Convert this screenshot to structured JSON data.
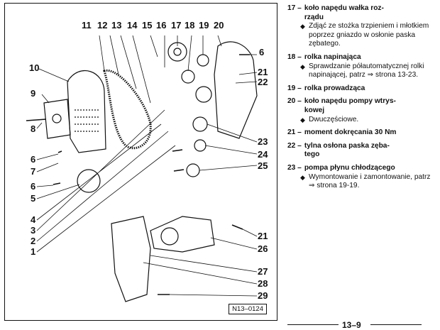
{
  "figure": {
    "id_label": "N13–0124",
    "callouts": {
      "c1": "1",
      "c2": "2",
      "c3": "3",
      "c4": "4",
      "c5": "5",
      "c6a": "6",
      "c6b": "6",
      "c6c": "6",
      "c7": "7",
      "c8": "8",
      "c9": "9",
      "c10": "10",
      "c11": "11",
      "c12": "12",
      "c13": "13",
      "c14": "14",
      "c15": "15",
      "c16": "16",
      "c17": "17",
      "c18": "18",
      "c19": "19",
      "c20": "20",
      "c21a": "21",
      "c21b": "21",
      "c22": "22",
      "c23": "23",
      "c24": "24",
      "c25": "25",
      "c26": "26",
      "c27": "27",
      "c28": "28",
      "c29": "29"
    }
  },
  "legend": [
    {
      "num": "17 –",
      "title": "koło napędu wałka roz-\nrządu",
      "notes": [
        "Zdjąć ze stożka trzpieniem i młotkiem poprzez gniazdo w osłonie paska zębatego."
      ]
    },
    {
      "num": "18 –",
      "title": "rolka napinająca",
      "notes": [
        "Sprawdzanie półautomatycznej rolki napinającej, patrz ⇒ strona 13-23."
      ]
    },
    {
      "num": "19 –",
      "title": "rolka prowadząca",
      "notes": []
    },
    {
      "num": "20 –",
      "title": "koło napędu pompy wtrys-\nkowej",
      "notes": [
        "Dwuczęściowe."
      ]
    },
    {
      "num": "21 –",
      "title": "moment dokręcania 30 Nm",
      "notes": []
    },
    {
      "num": "22 –",
      "title": "tylna osłona paska zęba-\ntego",
      "notes": []
    },
    {
      "num": "23 –",
      "title": "pompa płynu chłodzącego",
      "notes": [
        "Wymontowanie i zamontowanie, patrz ⇒ strona 19-19."
      ]
    }
  ],
  "footer": {
    "page_number": "13–9"
  }
}
